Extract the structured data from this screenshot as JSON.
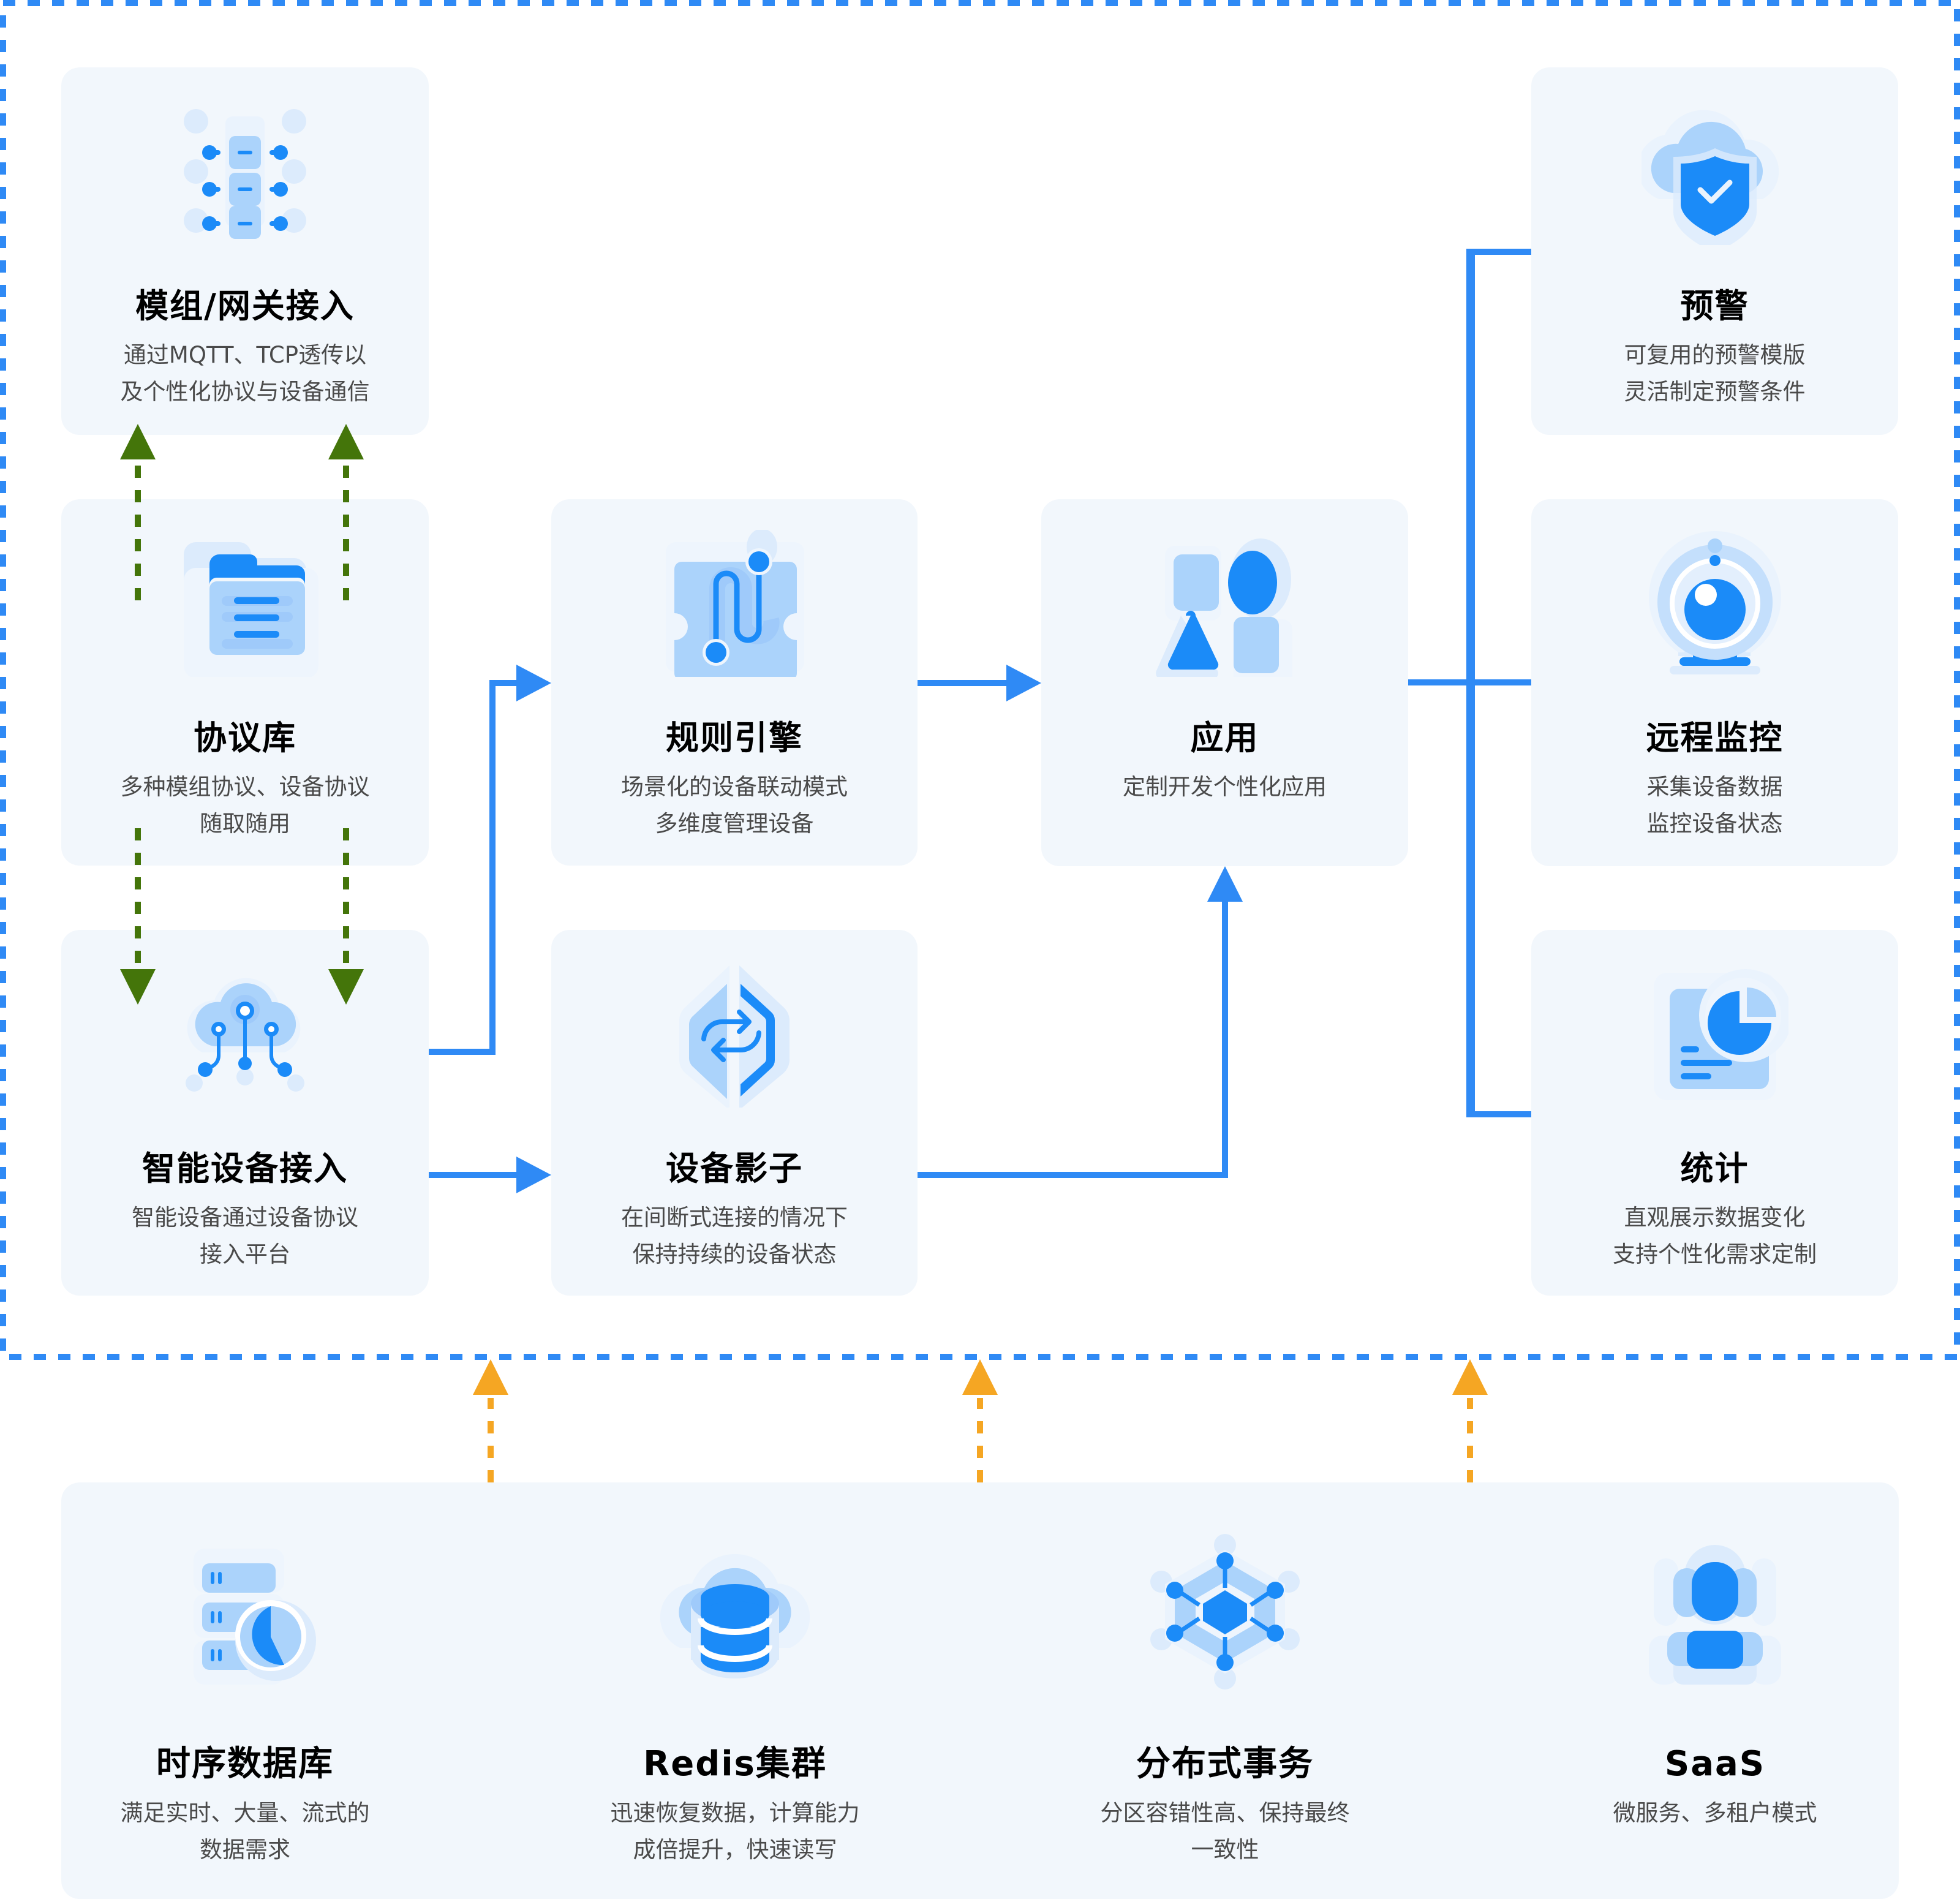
{
  "colors": {
    "flow_line": "#2f8af5",
    "border_dash": "#2f8af5",
    "protocol_arrow": "#44750a",
    "support_arrow": "#f5a623",
    "card_bg": "#f2f7fc",
    "icon_primary": "#1b8bf8",
    "icon_light": "#abd3fb",
    "icon_faint": "#dcebfc"
  },
  "platform": {
    "cards": {
      "module_gateway": {
        "icon": "server-rack-icon",
        "title": "模组/网关接入",
        "desc": [
          "通过MQTT、TCP透传以",
          "及个性化协议与设备通信"
        ]
      },
      "protocol_library": {
        "icon": "folder-icon",
        "title": "协议库",
        "desc": [
          "多种模组协议、设备协议",
          "随取随用"
        ]
      },
      "smart_device": {
        "icon": "cloud-circuit-icon",
        "title": "智能设备接入",
        "desc": [
          "智能设备通过设备协议",
          "接入平台"
        ]
      },
      "rule_engine": {
        "icon": "puzzle-path-icon",
        "title": "规则引擎",
        "desc": [
          "场景化的设备联动模式",
          "多维度管理设备"
        ]
      },
      "device_shadow": {
        "icon": "sync-hexagon-icon",
        "title": "设备影子",
        "desc": [
          "在间断式连接的情况下",
          "保持持续的设备状态"
        ]
      },
      "application": {
        "icon": "shapes-icon",
        "title": "应用",
        "desc": [
          "定制开发个性化应用"
        ]
      },
      "alert": {
        "icon": "cloud-shield-icon",
        "title": "预警",
        "desc": [
          "可复用的预警模版",
          "灵活制定预警条件"
        ]
      },
      "remote_monitor": {
        "icon": "webcam-icon",
        "title": "远程监控",
        "desc": [
          "采集设备数据",
          "监控设备状态"
        ]
      },
      "statistics": {
        "icon": "report-chart-icon",
        "title": "统计",
        "desc": [
          "直观展示数据变化",
          "支持个性化需求定制"
        ]
      }
    }
  },
  "infrastructure": {
    "items": [
      {
        "icon": "database-chart-icon",
        "title": "时序数据库",
        "desc": [
          "满足实时、大量、流式的",
          "数据需求"
        ]
      },
      {
        "icon": "cloud-database-icon",
        "title": "Redis集群",
        "desc": [
          "迅速恢复数据，计算能力",
          "成倍提升，快速读写"
        ]
      },
      {
        "icon": "hexagon-network-icon",
        "title": "分布式事务",
        "desc": [
          "分区容错性高、保持最终",
          "一致性"
        ]
      },
      {
        "icon": "user-icon",
        "title": "SaaS",
        "desc": [
          "微服务、多租户模式"
        ]
      }
    ]
  }
}
